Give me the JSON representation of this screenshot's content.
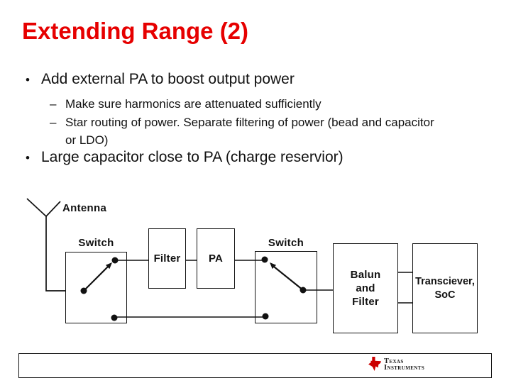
{
  "slide": {
    "title": "Extending Range (2)"
  },
  "bullets": {
    "bullet_glyph": "•",
    "dash_glyph": "–",
    "b1": "Add external PA to boost output power",
    "s1": "Make sure harmonics are attenuated sufficiently",
    "s2_line1": "Star routing of power. Separate filtering of power (bead and capacitor",
    "s2_line2": "or LDO)",
    "b2": "Large capacitor close to PA (charge reservior)"
  },
  "diagram": {
    "antenna_label": "Antenna",
    "switch_left_label": "Switch",
    "switch_right_label": "Switch",
    "filter_label": "Filter",
    "pa_label": "PA",
    "balun_lines": [
      "Balun",
      "and",
      "Filter"
    ],
    "transceiver_lines": [
      "Transciever,",
      "SoC"
    ]
  },
  "footer": {
    "logo_line1": "Texas",
    "logo_line2": "Instruments"
  },
  "colors": {
    "title_red": "#e60000",
    "ti_logo_red": "#cc0000",
    "diagram_ink": "#111111",
    "background": "#ffffff"
  }
}
